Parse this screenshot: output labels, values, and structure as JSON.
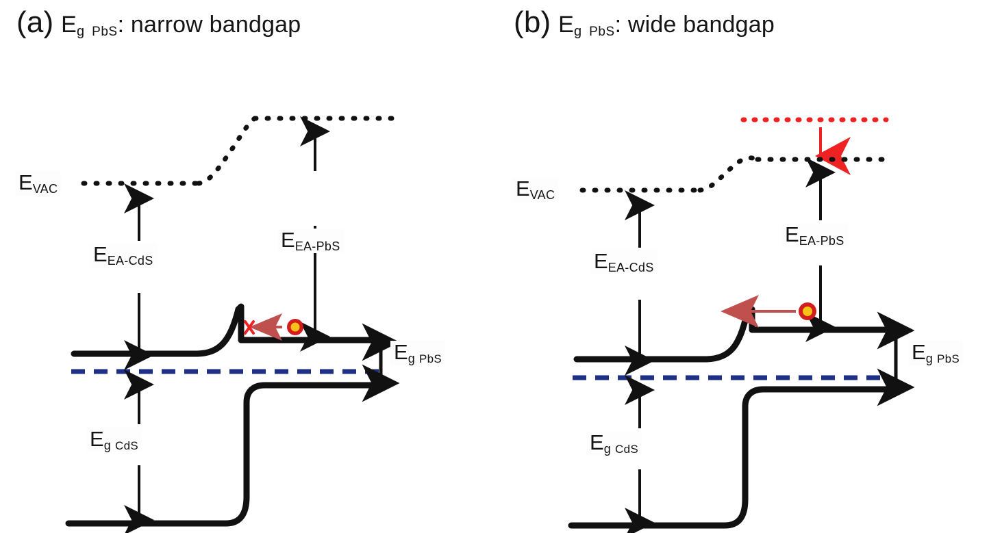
{
  "figure": {
    "type": "energy-band-diagram",
    "description": "Side-by-side band alignment diagrams of a CdS/PbS heterojunction for narrow and wide PbS bandgap cases",
    "colors": {
      "band_line": "#111111",
      "vacuum_level": "#111111",
      "fermi_level": "#1f2f86",
      "red_accent": "#ee2222",
      "electron_ring": "#d11d1d",
      "electron_core": "#f5c215",
      "electron_arrow": "#c0504d",
      "background": "#ffffff"
    },
    "panels": [
      {
        "id": "a",
        "tag": "(a)",
        "title_E": "E",
        "title_sub_g": "g",
        "title_sub_material": "PbS",
        "title_rest": ": narrow bandgap",
        "labels": {
          "vacuum": {
            "E": "E",
            "sub": "VAC"
          },
          "ea_cds": {
            "E": "E",
            "sub": "EA-CdS"
          },
          "ea_pbs": {
            "E": "E",
            "sub": "EA-PbS"
          },
          "eg_pbs": {
            "E": "E",
            "sub_g": "g",
            "sub_material": "PbS"
          },
          "eg_cds": {
            "E": "E",
            "sub_g": "g",
            "sub_material": "CdS"
          }
        },
        "markers": {
          "electron": "electron-dot",
          "blocked": "X",
          "blocked_meaning": "electron transfer blocked by conduction band spike"
        },
        "has_red_vacuum_shift": false,
        "electron_blocked": true
      },
      {
        "id": "b",
        "tag": "(b)",
        "title_E": "E",
        "title_sub_g": "g",
        "title_sub_material": "PbS",
        "title_rest": ": wide bandgap",
        "labels": {
          "vacuum": {
            "E": "E",
            "sub": "VAC"
          },
          "ea_cds": {
            "E": "E",
            "sub": "EA-CdS"
          },
          "ea_pbs": {
            "E": "E",
            "sub": "EA-PbS"
          },
          "eg_pbs": {
            "E": "E",
            "sub_g": "g",
            "sub_material": "PbS"
          },
          "eg_cds": {
            "E": "E",
            "sub_g": "g",
            "sub_material": "CdS"
          }
        },
        "markers": {
          "electron": "electron-dot",
          "blocked": null,
          "blocked_meaning": "electron transfers freely into CdS"
        },
        "has_red_vacuum_shift": true,
        "electron_blocked": false
      }
    ]
  }
}
